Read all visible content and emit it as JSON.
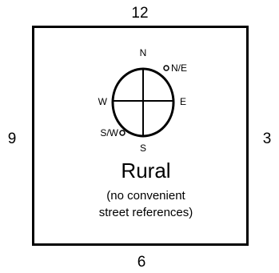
{
  "clock_positions": {
    "top": "12",
    "right": "3",
    "bottom": "6",
    "left": "9"
  },
  "compass": {
    "north": "N",
    "east": "E",
    "south": "S",
    "west": "W",
    "northeast": "N/E",
    "southwest": "S/W"
  },
  "area": {
    "label": "Rural",
    "note_line_1": "(no convenient",
    "note_line_2": "street references)"
  },
  "colors": {
    "stroke": "#000000",
    "background": "#ffffff"
  }
}
